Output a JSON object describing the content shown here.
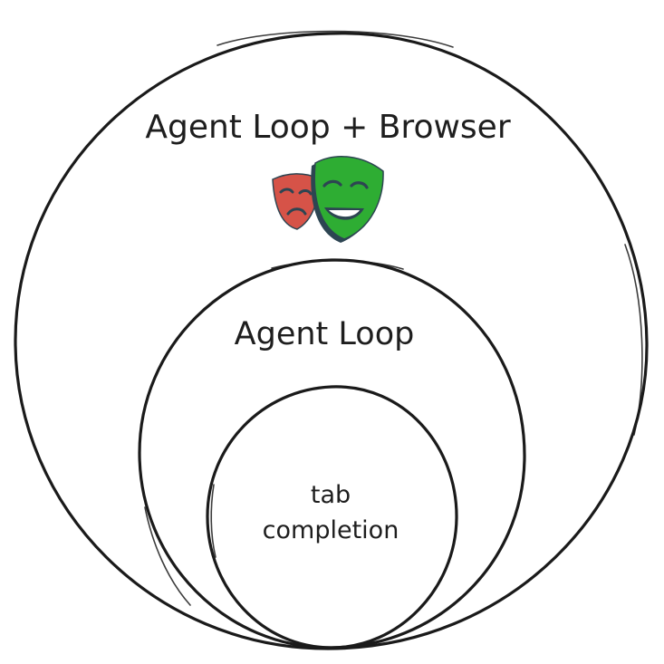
{
  "diagram": {
    "outer_circle_label": "Agent Loop + Browser",
    "middle_circle_label": "Agent Loop",
    "inner_circle_label_line1": "tab",
    "inner_circle_label_line2": "completion",
    "logo": "playwright-logo",
    "colors": {
      "stroke": "#1a1a1a",
      "text": "#1e1e1e",
      "mask_red": "#d65348",
      "mask_green": "#2ead33",
      "mask_dark": "#2d4552"
    }
  }
}
